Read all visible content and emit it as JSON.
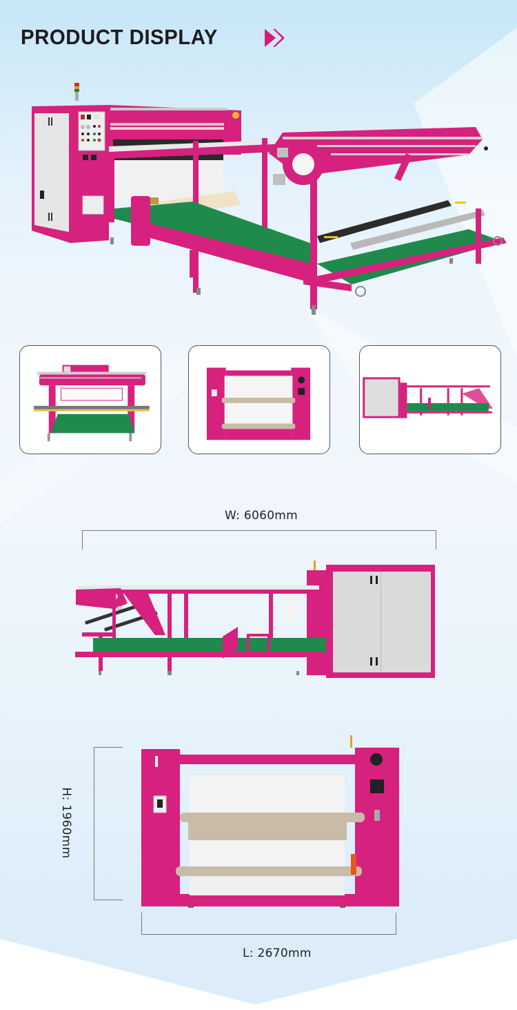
{
  "header": {
    "title": "PRODUCT DISPLAY",
    "icon": "double-chevron-right-icon",
    "accent_color": "#d81b78"
  },
  "colors": {
    "machine_magenta": "#d6217e",
    "conveyor_green": "#1f8a4c",
    "panel_gray": "#e3e3e3",
    "text_dark": "#1c1c1c"
  },
  "hero": {
    "alt": "Rotary heat transfer sublimation machine - main view"
  },
  "thumbnails": [
    {
      "alt": "Front view with feeding rollers"
    },
    {
      "alt": "Rear view with rollers"
    },
    {
      "alt": "Side view with cabinet"
    }
  ],
  "dimensions": {
    "width_label": "W: 6060mm",
    "height_label": "H: 1960mm",
    "length_label": "L: 2670mm"
  }
}
